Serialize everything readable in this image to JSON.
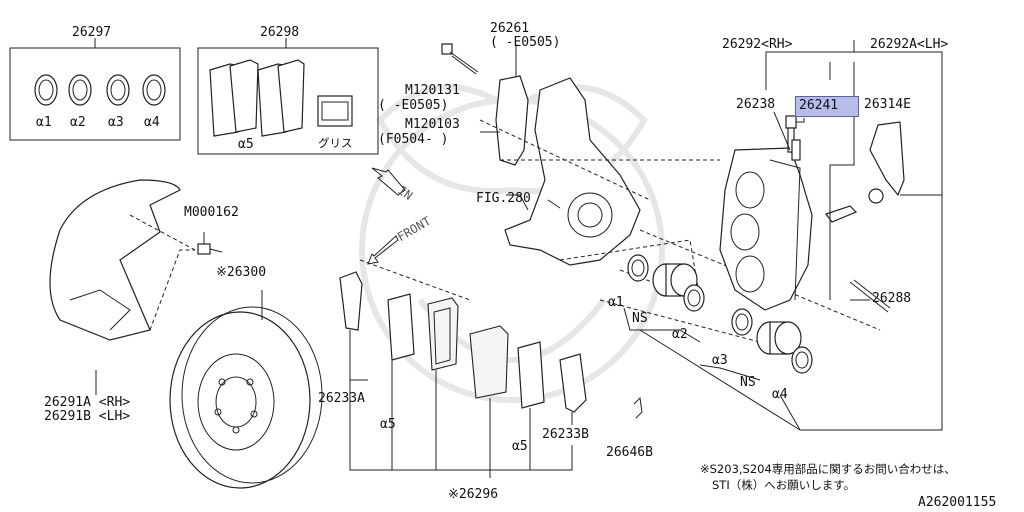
{
  "labels": {
    "p26297": "26297",
    "a1": "α1",
    "a2": "α2",
    "a3": "α3",
    "a4": "α4",
    "p26298": "26298",
    "a5_box": "α5",
    "grease": "グリス",
    "p26261": "26261",
    "p26261_range": "(  -E0505)",
    "m120131": "M120131",
    "m120131_range": "(   -E0505)",
    "m120103": "M120103",
    "m120103_range": "(F0504-  )",
    "fig280": "FIG.280",
    "in_arrow": "IN",
    "front_arrow": "FRONT",
    "m000162": "M000162",
    "p26300": "※26300",
    "p26291a": "26291A <RH>",
    "p26291b": "26291B <LH>",
    "p26233a": "26233A",
    "a5_left": "α5",
    "a5_right": "α5",
    "p26233b": "26233B",
    "p26296": "※26296",
    "p26646b": "26646B",
    "p26292_rh": "26292<RH>",
    "p26292a_lh": "26292A<LH>",
    "p26238": "26238",
    "p26241": "26241",
    "p26314e": "26314E",
    "p26288": "26288",
    "ca1": "α1",
    "ns1": "NS",
    "ca2": "α2",
    "ca3": "α3",
    "ns2": "NS",
    "ca4": "α4",
    "note_line1": "※S203,S204専用部品に関するお問い合わせは、",
    "note_line2": "STI（株）へお願いします。",
    "diagram_id": "A262001155"
  },
  "highlight": {
    "part": "26241",
    "color": "#b8bce8"
  }
}
